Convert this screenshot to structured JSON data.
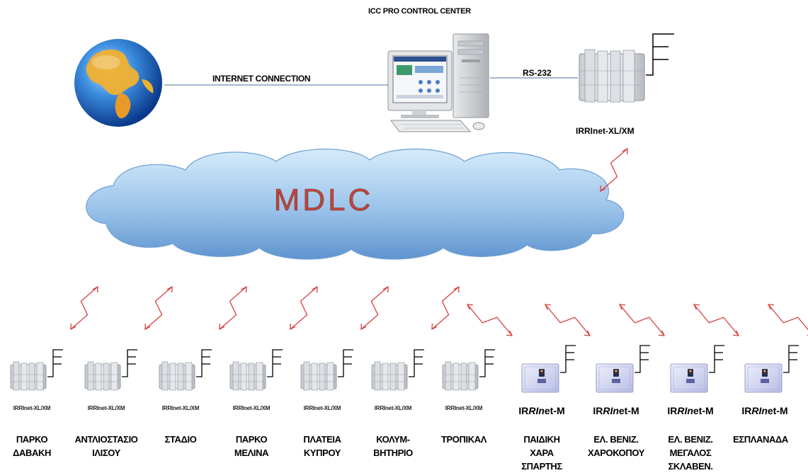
{
  "header": {
    "title": "ICC PRO CONTROL CENTER"
  },
  "links": {
    "internet": "INTERNET CONNECTION",
    "serial": "RS-232"
  },
  "master": {
    "model": "IRRInet-XL/XM"
  },
  "cloud": {
    "label": "MDLC"
  },
  "sites": [
    {
      "model": "IRRInet-XL/XM",
      "name": "ΠΑΡΚΟ\nΔΑΒΑΚΗ"
    },
    {
      "model": "IRRInet-XL/XM",
      "name": "ΑΝΤΛΙΟΣΤΑΣΙΟ\nΙΛΙΣΟΥ"
    },
    {
      "model": "IRRInet-XL/XM",
      "name": "ΣΤΑΔΙΟ"
    },
    {
      "model": "IRRInet-XL/XM",
      "name": "ΠΑΡΚΟ\nΜΕΛΙΝΑ"
    },
    {
      "model": "IRRInet-XL/XM",
      "name": "ΠΛΑΤΕΙΑ\nΚΥΠΡΟΥ"
    },
    {
      "model": "IRRInet-XL/XM",
      "name": "ΚΟΛΥΜ-\nΒΗΤΗΡΙΟ"
    },
    {
      "model": "IRRInet-XL/XM",
      "name": "ΤΡΟΠΙΚΑΛ"
    },
    {
      "model_pre": "IR",
      "model_mid": "RIn",
      "model_post": "et-M",
      "name": "ΠΑΙΔΙΚΗ\nΧΑΡΑ\nΣΠΑΡΤΗΣ"
    },
    {
      "model_pre": "IR",
      "model_mid": "RIn",
      "model_post": "et-M",
      "name": "ΕΛ. ΒΕΝΙΖ.\nΧΑΡΟΚΟΠΟΥ"
    },
    {
      "model_pre": "IR",
      "model_mid": "RIn",
      "model_post": "et-M",
      "name": "ΕΛ. ΒΕΝΙΖ.\nΜΕΓΑΛΟΣ\nΣΚΛΑΒΕΝ."
    },
    {
      "model_pre": "IR",
      "model_mid": "RIn",
      "model_post": "et-M",
      "name": "ΕΣΠΛΑΝΑΔΑ"
    }
  ],
  "colors": {
    "radio_link": "#d94040",
    "cloud_fill": "#9fc6ea",
    "cloud_text": "#c0392b",
    "line": "#4a6e9a"
  }
}
